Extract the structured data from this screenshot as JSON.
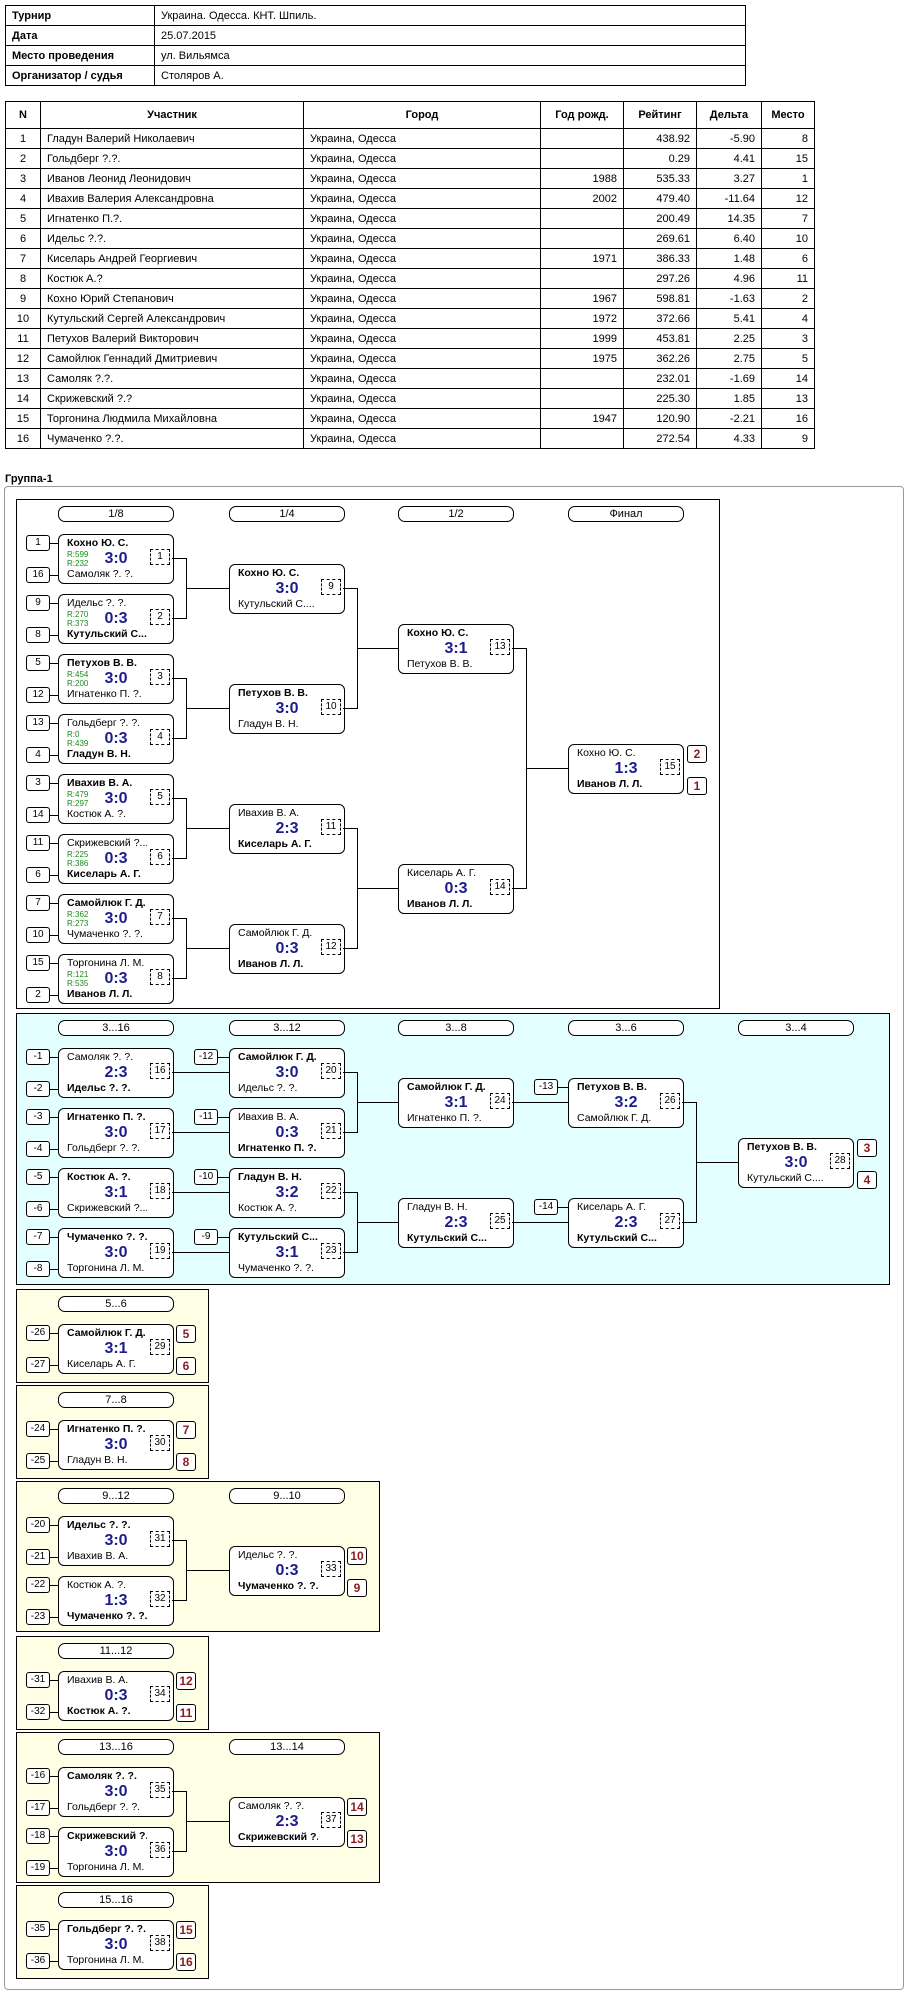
{
  "info": [
    {
      "k": "Турнир",
      "v": "Украина. Одесса. КНТ. Шпиль."
    },
    {
      "k": "Дата",
      "v": "25.07.2015"
    },
    {
      "k": "Место проведения",
      "v": "ул. Вильямса"
    },
    {
      "k": "Организатор / судья",
      "v": "Столяров А."
    }
  ],
  "headers": [
    "N",
    "Участник",
    "Город",
    "Год рожд.",
    "Рейтинг",
    "Дельта",
    "Место"
  ],
  "rows": [
    [
      "1",
      "Гладун Валерий Николаевич",
      "Украина, Одесса",
      "",
      "438.92",
      "-5.90",
      "8"
    ],
    [
      "2",
      "Гольдберг ?.?.",
      "Украина, Одесса",
      "",
      "0.29",
      "4.41",
      "15"
    ],
    [
      "3",
      "Иванов Леонид Леонидович",
      "Украина, Одесса",
      "1988",
      "535.33",
      "3.27",
      "1"
    ],
    [
      "4",
      "Ивахив Валерия Александровна",
      "Украина, Одесса",
      "2002",
      "479.40",
      "-11.64",
      "12"
    ],
    [
      "5",
      "Игнатенко П.?.",
      "Украина, Одесса",
      "",
      "200.49",
      "14.35",
      "7"
    ],
    [
      "6",
      "Идельс ?.?.",
      "Украина, Одесса",
      "",
      "269.61",
      "6.40",
      "10"
    ],
    [
      "7",
      "Киселарь Андрей Георгиевич",
      "Украина, Одесса",
      "1971",
      "386.33",
      "1.48",
      "6"
    ],
    [
      "8",
      "Костюк А.?",
      "Украина, Одесса",
      "",
      "297.26",
      "4.96",
      "11"
    ],
    [
      "9",
      "Кохно Юрий Степанович",
      "Украина, Одесса",
      "1967",
      "598.81",
      "-1.63",
      "2"
    ],
    [
      "10",
      "Кутульский Сергей Александрович",
      "Украина, Одесса",
      "1972",
      "372.66",
      "5.41",
      "4"
    ],
    [
      "11",
      "Петухов Валерий Викторович",
      "Украина, Одесса",
      "1999",
      "453.81",
      "2.25",
      "3"
    ],
    [
      "12",
      "Самойлюк Геннадий Дмитриевич",
      "Украина, Одесса",
      "1975",
      "362.26",
      "2.75",
      "5"
    ],
    [
      "13",
      "Самоляк ?.?.",
      "Украина, Одесса",
      "",
      "232.01",
      "-1.69",
      "14"
    ],
    [
      "14",
      "Скрижевский ?.?",
      "Украина, Одесса",
      "",
      "225.30",
      "1.85",
      "13"
    ],
    [
      "15",
      "Торгонина Людмила Михайловна",
      "Украина, Одесса",
      "1947",
      "120.90",
      "-2.21",
      "16"
    ],
    [
      "16",
      "Чумаченко ?.?.",
      "Украина, Одесса",
      "",
      "272.54",
      "4.33",
      "9"
    ]
  ],
  "group_title": "Группа-1",
  "round_labels": [
    "1/8",
    "1/4",
    "1/2",
    "Финал",
    "3...16",
    "3...12",
    "3...8",
    "3...6",
    "3...4",
    "5...6",
    "7...8",
    "9...12",
    "9...10",
    "11...12",
    "13...16",
    "13...14",
    "15...16"
  ],
  "seeds": [
    "1",
    "16",
    "9",
    "8",
    "5",
    "12",
    "13",
    "4",
    "3",
    "14",
    "11",
    "6",
    "7",
    "10",
    "15",
    "2",
    "-1",
    "-2",
    "-3",
    "-4",
    "-5",
    "-6",
    "-7",
    "-8",
    "-12",
    "-11",
    "-10",
    "-9",
    "-13",
    "-14",
    "-26",
    "-27",
    "-24",
    "-25",
    "-20",
    "-21",
    "-22",
    "-23",
    "-31",
    "-32",
    "-16",
    "-17",
    "-18",
    "-19",
    "-35",
    "-36"
  ],
  "matches": [
    {
      "p1": "Кохно Ю. С.",
      "p2": "Самоляк ?. ?.",
      "score": "3:0",
      "no": "1",
      "w": 1,
      "r1": "R:599",
      "r2": "R:232"
    },
    {
      "p1": "Идельс ?. ?.",
      "p2": "Кутульский С....",
      "score": "0:3",
      "no": "2",
      "w": 2,
      "r1": "R:270",
      "r2": "R:373"
    },
    {
      "p1": "Петухов В. В.",
      "p2": "Игнатенко П. ?.",
      "score": "3:0",
      "no": "3",
      "w": 1,
      "r1": "R:454",
      "r2": "R:200"
    },
    {
      "p1": "Гольдберг ?. ?.",
      "p2": "Гладун В. Н.",
      "score": "0:3",
      "no": "4",
      "w": 2,
      "r1": "R:0",
      "r2": "R:439"
    },
    {
      "p1": "Ивахив В. А.",
      "p2": "Костюк А. ?.",
      "score": "3:0",
      "no": "5",
      "w": 1,
      "r1": "R:479",
      "r2": "R:297"
    },
    {
      "p1": "Скрижевский ?....",
      "p2": "Киселарь А. Г.",
      "score": "0:3",
      "no": "6",
      "w": 2,
      "r1": "R:225",
      "r2": "R:386"
    },
    {
      "p1": "Самойлюк Г. Д.",
      "p2": "Чумаченко ?. ?.",
      "score": "3:0",
      "no": "7",
      "w": 1,
      "r1": "R:362",
      "r2": "R:273"
    },
    {
      "p1": "Торгонина Л. М.",
      "p2": "Иванов Л. Л.",
      "score": "0:3",
      "no": "8",
      "w": 2,
      "r1": "R:121",
      "r2": "R:535"
    },
    {
      "p1": "Кохно Ю. С.",
      "p2": "Кутульский С....",
      "score": "3:0",
      "no": "9",
      "w": 1
    },
    {
      "p1": "Петухов В. В.",
      "p2": "Гладун В. Н.",
      "score": "3:0",
      "no": "10",
      "w": 1
    },
    {
      "p1": "Ивахив В. А.",
      "p2": "Киселарь А. Г.",
      "score": "2:3",
      "no": "11",
      "w": 2
    },
    {
      "p1": "Самойлюк Г. Д.",
      "p2": "Иванов Л. Л.",
      "score": "0:3",
      "no": "12",
      "w": 2
    },
    {
      "p1": "Кохно Ю. С.",
      "p2": "Петухов В. В.",
      "score": "3:1",
      "no": "13",
      "w": 1
    },
    {
      "p1": "Киселарь А. Г.",
      "p2": "Иванов Л. Л.",
      "score": "0:3",
      "no": "14",
      "w": 2
    },
    {
      "p1": "Кохно Ю. С.",
      "p2": "Иванов Л. Л.",
      "score": "1:3",
      "no": "15",
      "w": 2
    },
    {
      "p1": "Самоляк ?. ?.",
      "p2": "Идельс ?. ?.",
      "score": "2:3",
      "no": "16",
      "w": 2
    },
    {
      "p1": "Игнатенко П. ?.",
      "p2": "Гольдберг ?. ?.",
      "score": "3:0",
      "no": "17",
      "w": 1
    },
    {
      "p1": "Костюк А. ?.",
      "p2": "Скрижевский ?....",
      "score": "3:1",
      "no": "18",
      "w": 1
    },
    {
      "p1": "Чумаченко ?. ?.",
      "p2": "Торгонина Л. М.",
      "score": "3:0",
      "no": "19",
      "w": 1
    },
    {
      "p1": "Самойлюк Г. Д.",
      "p2": "Идельс ?. ?.",
      "score": "3:0",
      "no": "20",
      "w": 1
    },
    {
      "p1": "Ивахив В. А.",
      "p2": "Игнатенко П. ?.",
      "score": "0:3",
      "no": "21",
      "w": 2
    },
    {
      "p1": "Гладун В. Н.",
      "p2": "Костюк А. ?.",
      "score": "3:2",
      "no": "22",
      "w": 1
    },
    {
      "p1": "Кутульский С....",
      "p2": "Чумаченко ?. ?.",
      "score": "3:1",
      "no": "23",
      "w": 1
    },
    {
      "p1": "Самойлюк Г. Д.",
      "p2": "Игнатенко П. ?.",
      "score": "3:1",
      "no": "24",
      "w": 1
    },
    {
      "p1": "Гладун В. Н.",
      "p2": "Кутульский С....",
      "score": "2:3",
      "no": "25",
      "w": 2
    },
    {
      "p1": "Петухов В. В.",
      "p2": "Самойлюк Г. Д.",
      "score": "3:2",
      "no": "26",
      "w": 1
    },
    {
      "p1": "Киселарь А. Г.",
      "p2": "Кутульский С....",
      "score": "2:3",
      "no": "27",
      "w": 2
    },
    {
      "p1": "Петухов В. В.",
      "p2": "Кутульский С....",
      "score": "3:0",
      "no": "28",
      "w": 1
    },
    {
      "p1": "Самойлюк Г. Д.",
      "p2": "Киселарь А. Г.",
      "score": "3:1",
      "no": "29",
      "w": 1
    },
    {
      "p1": "Игнатенко П. ?.",
      "p2": "Гладун В. Н.",
      "score": "3:0",
      "no": "30",
      "w": 1
    },
    {
      "p1": "Идельс ?. ?.",
      "p2": "Ивахив В. А.",
      "score": "3:0",
      "no": "31",
      "w": 1
    },
    {
      "p1": "Костюк А. ?.",
      "p2": "Чумаченко ?. ?.",
      "score": "1:3",
      "no": "32",
      "w": 2
    },
    {
      "p1": "Идельс ?. ?.",
      "p2": "Чумаченко ?. ?.",
      "score": "0:3",
      "no": "33",
      "w": 2
    },
    {
      "p1": "Ивахив В. А.",
      "p2": "Костюк А. ?.",
      "score": "0:3",
      "no": "34",
      "w": 2
    },
    {
      "p1": "Самоляк ?. ?.",
      "p2": "Гольдберг ?. ?.",
      "score": "3:0",
      "no": "35",
      "w": 1
    },
    {
      "p1": "Скрижевский ?....",
      "p2": "Торгонина Л. М.",
      "score": "3:0",
      "no": "36",
      "w": 1
    },
    {
      "p1": "Самоляк ?. ?.",
      "p2": "Скрижевский ?....",
      "score": "2:3",
      "no": "37",
      "w": 2
    },
    {
      "p1": "Гольдберг ?. ?.",
      "p2": "Торгонина Л. М.",
      "score": "3:0",
      "no": "38",
      "w": 1
    }
  ],
  "places": [
    "2",
    "1",
    "3",
    "4",
    "5",
    "6",
    "7",
    "8",
    "10",
    "9",
    "12",
    "11",
    "14",
    "13",
    "15",
    "16"
  ]
}
